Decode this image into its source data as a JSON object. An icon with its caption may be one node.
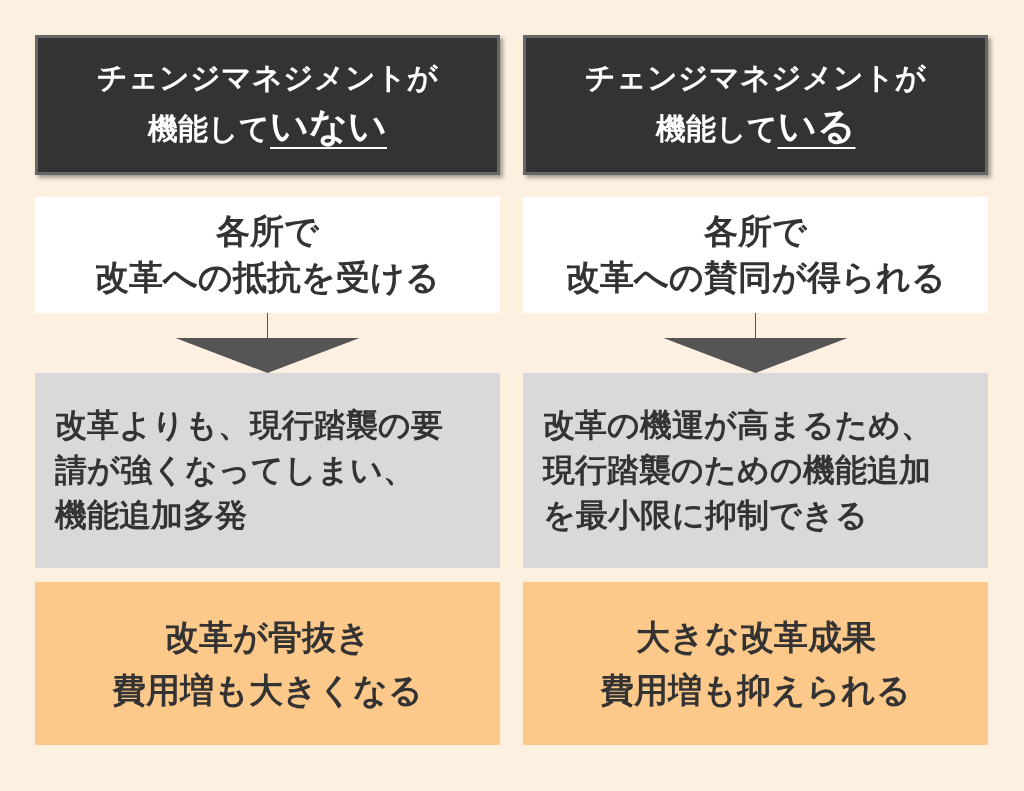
{
  "diagram": {
    "nodes": [
      {
        "text": [
          "チェンジマネジメントが機能して**いない**"
        ]
      },
      {
        "text": [
          "チェンジマネジメントが機能して**いる**"
        ]
      },
      {
        "text": [
          "各所で",
          "改革への抵抗を受ける"
        ]
      },
      {
        "text": [
          "各所で",
          "改革への賛同が得られる"
        ]
      },
      {
        "text": [
          "改革よりも、現行踏襲の要請が強くなってしまい、機能追加多発"
        ]
      },
      {
        "text": [
          "改革の機運が高まるため、現行踏襲のための機能追加を最小限に抑制できる"
        ]
      },
      {
        "text": [
          "改革が骨抜き",
          "費用増も大きくなる"
        ]
      },
      {
        "text": [
          "大きな改革成果",
          "費用増も抑えられる"
        ]
      }
    ],
    "edges": [
      {
        "from": 2,
        "to": 4,
        "arrow": "to"
      },
      {
        "from": 3,
        "to": 5,
        "arrow": "to"
      }
    ]
  }
}
